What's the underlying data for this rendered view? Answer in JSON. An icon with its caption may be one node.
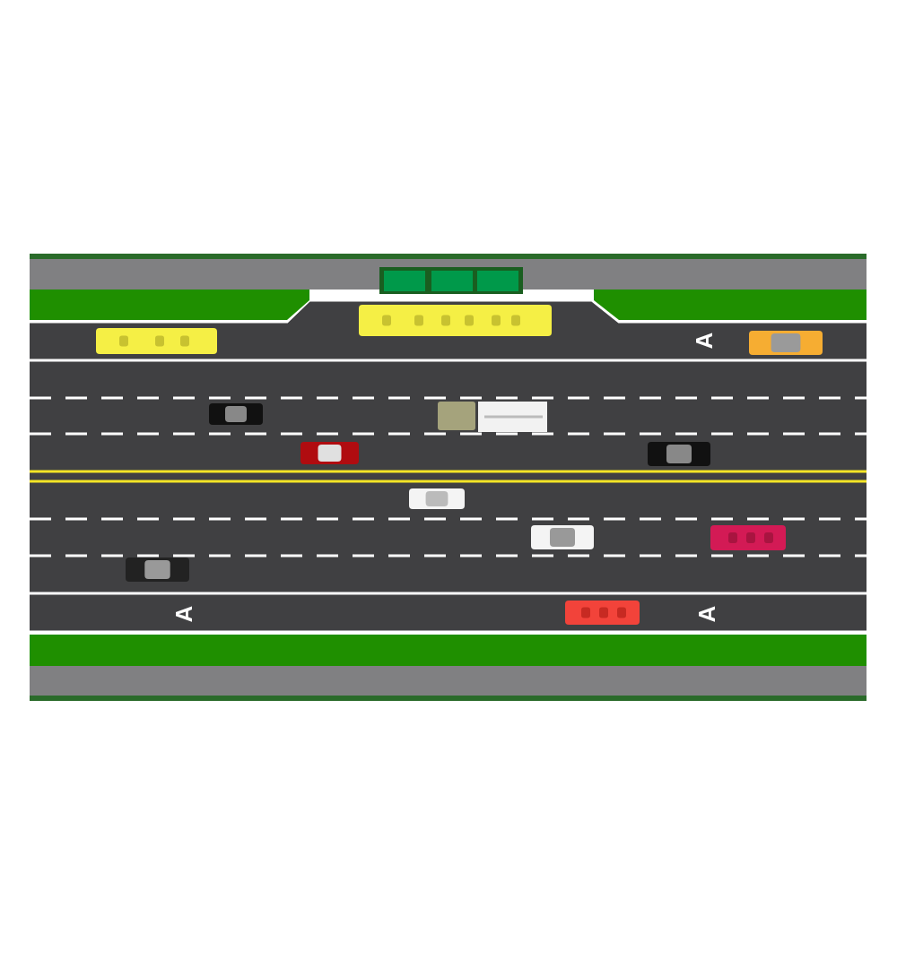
{
  "diagram": {
    "labels": [
      "A",
      "A",
      "A"
    ]
  }
}
